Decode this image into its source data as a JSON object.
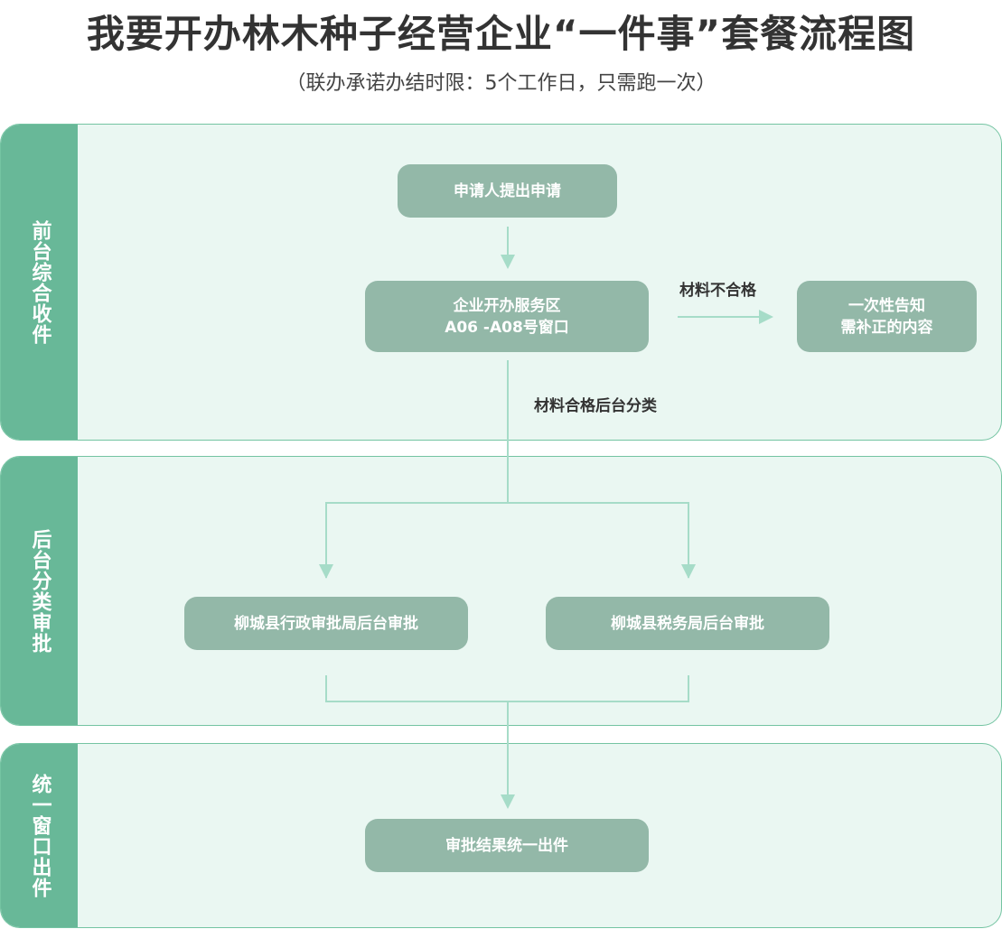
{
  "title": "我要开办林木种子经营企业“一件事”套餐流程图",
  "subtitle": "（联办承诺办结时限：5个工作日，只需跑一次）",
  "lanes": [
    {
      "label": "前台综合收件"
    },
    {
      "label": "后台分类审批"
    },
    {
      "label": "统一窗口出件"
    }
  ],
  "nodes": {
    "apply": "申请人提出申请",
    "window_line1": "企业开办服务区",
    "window_line2": "A06 -A08号窗口",
    "notify_line1": "一次性告知",
    "notify_line2": "需补正的内容",
    "admin": "柳城县行政审批局后台审批",
    "tax": "柳城县税务局后台审批",
    "result": "审批结果统一出件"
  },
  "edges": {
    "fail": "材料不合格",
    "pass": "材料合格后台分类"
  },
  "colors": {
    "lane": "#68b898",
    "panel": "#eaf7f2",
    "node": "#93b8a8",
    "line": "#a6dcc8"
  }
}
